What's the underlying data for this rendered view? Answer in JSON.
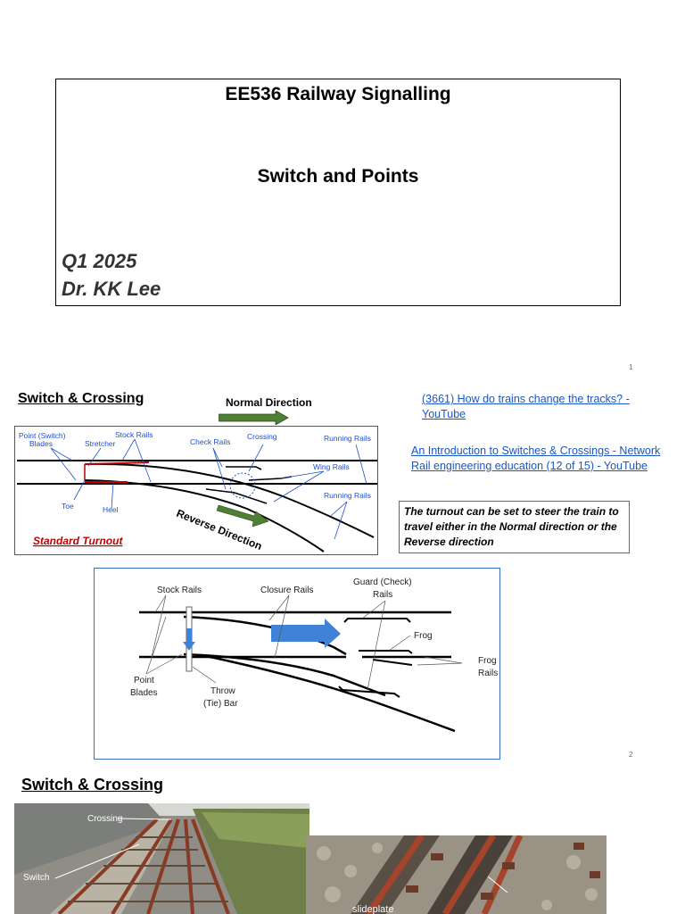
{
  "slide1": {
    "title": "EE536 Railway Signalling",
    "subtitle": "Switch and Points",
    "term": "Q1 2025",
    "author": "Dr. KK Lee",
    "page_number": "1"
  },
  "slide2": {
    "heading": "Switch & Crossing",
    "figure1": {
      "normal_direction": "Normal Direction",
      "reverse_direction": "Reverse Direction",
      "standard_turnout": "Standard Turnout",
      "labels": {
        "point_blades_1": "Point (Switch)",
        "point_blades_2": "Blades",
        "stretcher": "Stretcher",
        "stock_rails": "Stock Rails",
        "check_rails": "Check Rails",
        "crossing": "Crossing",
        "running_rails_top": "Running Rails",
        "wing_rails": "Wing Rails",
        "running_rails_bottom": "Running Rails",
        "toe": "Toe",
        "heel": "Heel"
      }
    },
    "links": {
      "link1": "(3661) How do trains change the tracks? - YouTube",
      "link2": "An Introduction to Switches & Crossings - Network Rail engineering education (12 of 15) - YouTube"
    },
    "note": "The turnout can be set to steer the train to travel either in the Normal direction or the Reverse direction",
    "figure2": {
      "stock_rails": "Stock Rails",
      "closure_rails": "Closure Rails",
      "guard_rails_1": "Guard (Check)",
      "guard_rails_2": "Rails",
      "frog": "Frog",
      "frog_rails_1": "Frog",
      "frog_rails_2": "Rails",
      "point_blades_1": "Point",
      "point_blades_2": "Blades",
      "throw_bar_1": "Throw",
      "throw_bar_2": "(Tie) Bar"
    },
    "page_number": "2"
  },
  "slide3": {
    "heading": "Switch & Crossing",
    "photo_labels": {
      "crossing": "Crossing",
      "switch": "Switch",
      "slideplate": "slideplate"
    }
  },
  "colors": {
    "link": "#1a56c4",
    "arrow_green": "#4f7f35",
    "arrow_blue": "#3f82d8",
    "annotation_blue": "#1f4fd1",
    "turnout_red": "#c00000"
  }
}
